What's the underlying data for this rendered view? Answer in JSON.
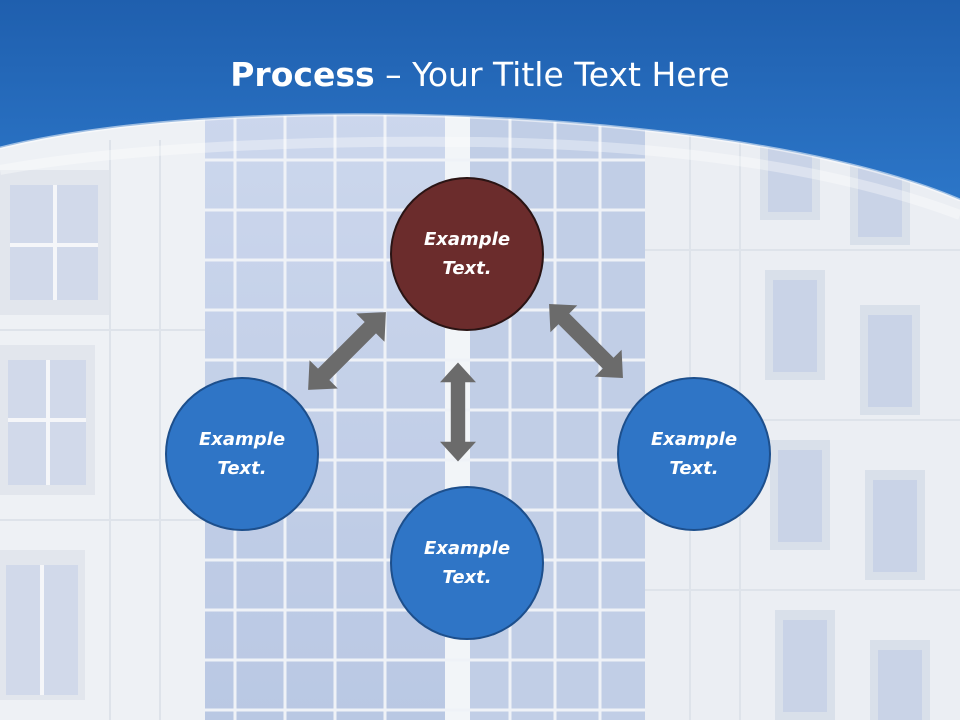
{
  "slide": {
    "title_bold": "Process",
    "title_rest": " – Your Title Text Here"
  },
  "nodes": {
    "top": "Example Text.",
    "left": "Example Text.",
    "right": "Example Text.",
    "bottom": "Example Text."
  },
  "colors": {
    "header_blue": "#2a6fc0",
    "node_blue": "#2f75c6",
    "node_red": "#6b2c2c",
    "arrow_gray": "#6b6b6b"
  },
  "icons": [
    "double-arrow-icon"
  ]
}
